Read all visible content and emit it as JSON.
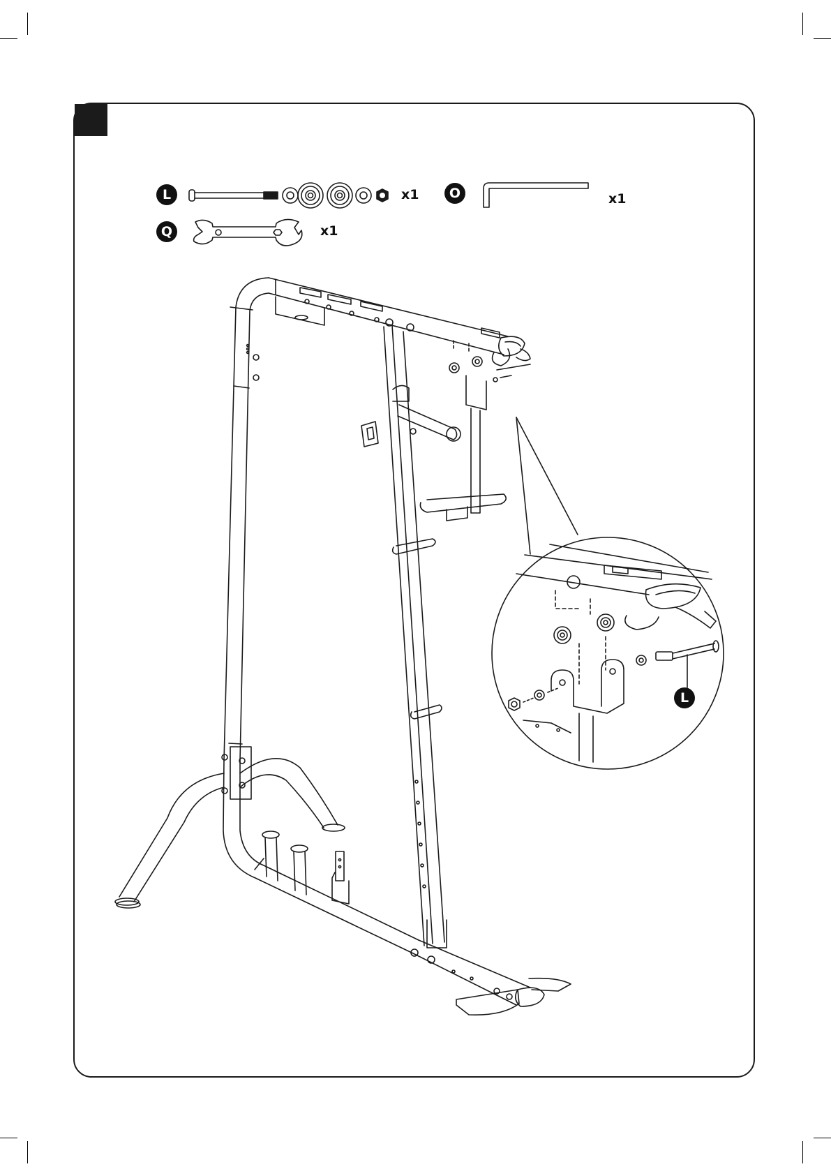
{
  "parts": {
    "bolt_set": {
      "letter": "L",
      "qty": "x1"
    },
    "hex_key": {
      "letter": "O",
      "qty": "x1"
    },
    "wrench": {
      "letter": "Q",
      "qty": "x1"
    }
  },
  "detail": {
    "callout_letter": "L"
  }
}
